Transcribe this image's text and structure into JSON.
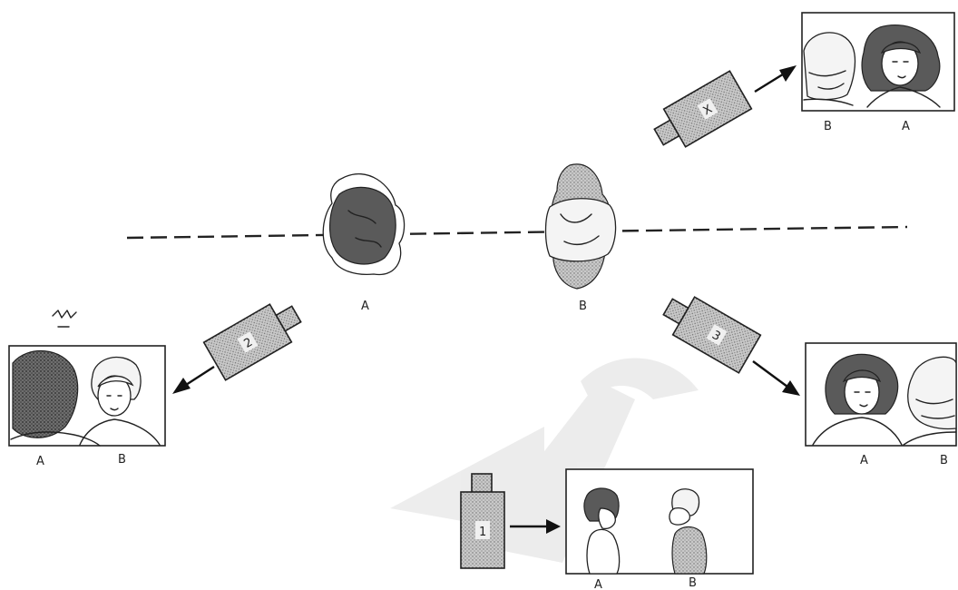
{
  "subjects": {
    "a": {
      "label": "A"
    },
    "b": {
      "label": "B"
    }
  },
  "cameras": {
    "x": {
      "number": "X"
    },
    "one": {
      "number": "1"
    },
    "two": {
      "number": "2"
    },
    "three": {
      "number": "3"
    }
  },
  "frames": {
    "x": {
      "left": "B",
      "right": "A"
    },
    "one": {
      "left": "A",
      "right": "B"
    },
    "two": {
      "left": "A",
      "right": "B"
    },
    "three": {
      "left": "A",
      "right": "B"
    }
  }
}
